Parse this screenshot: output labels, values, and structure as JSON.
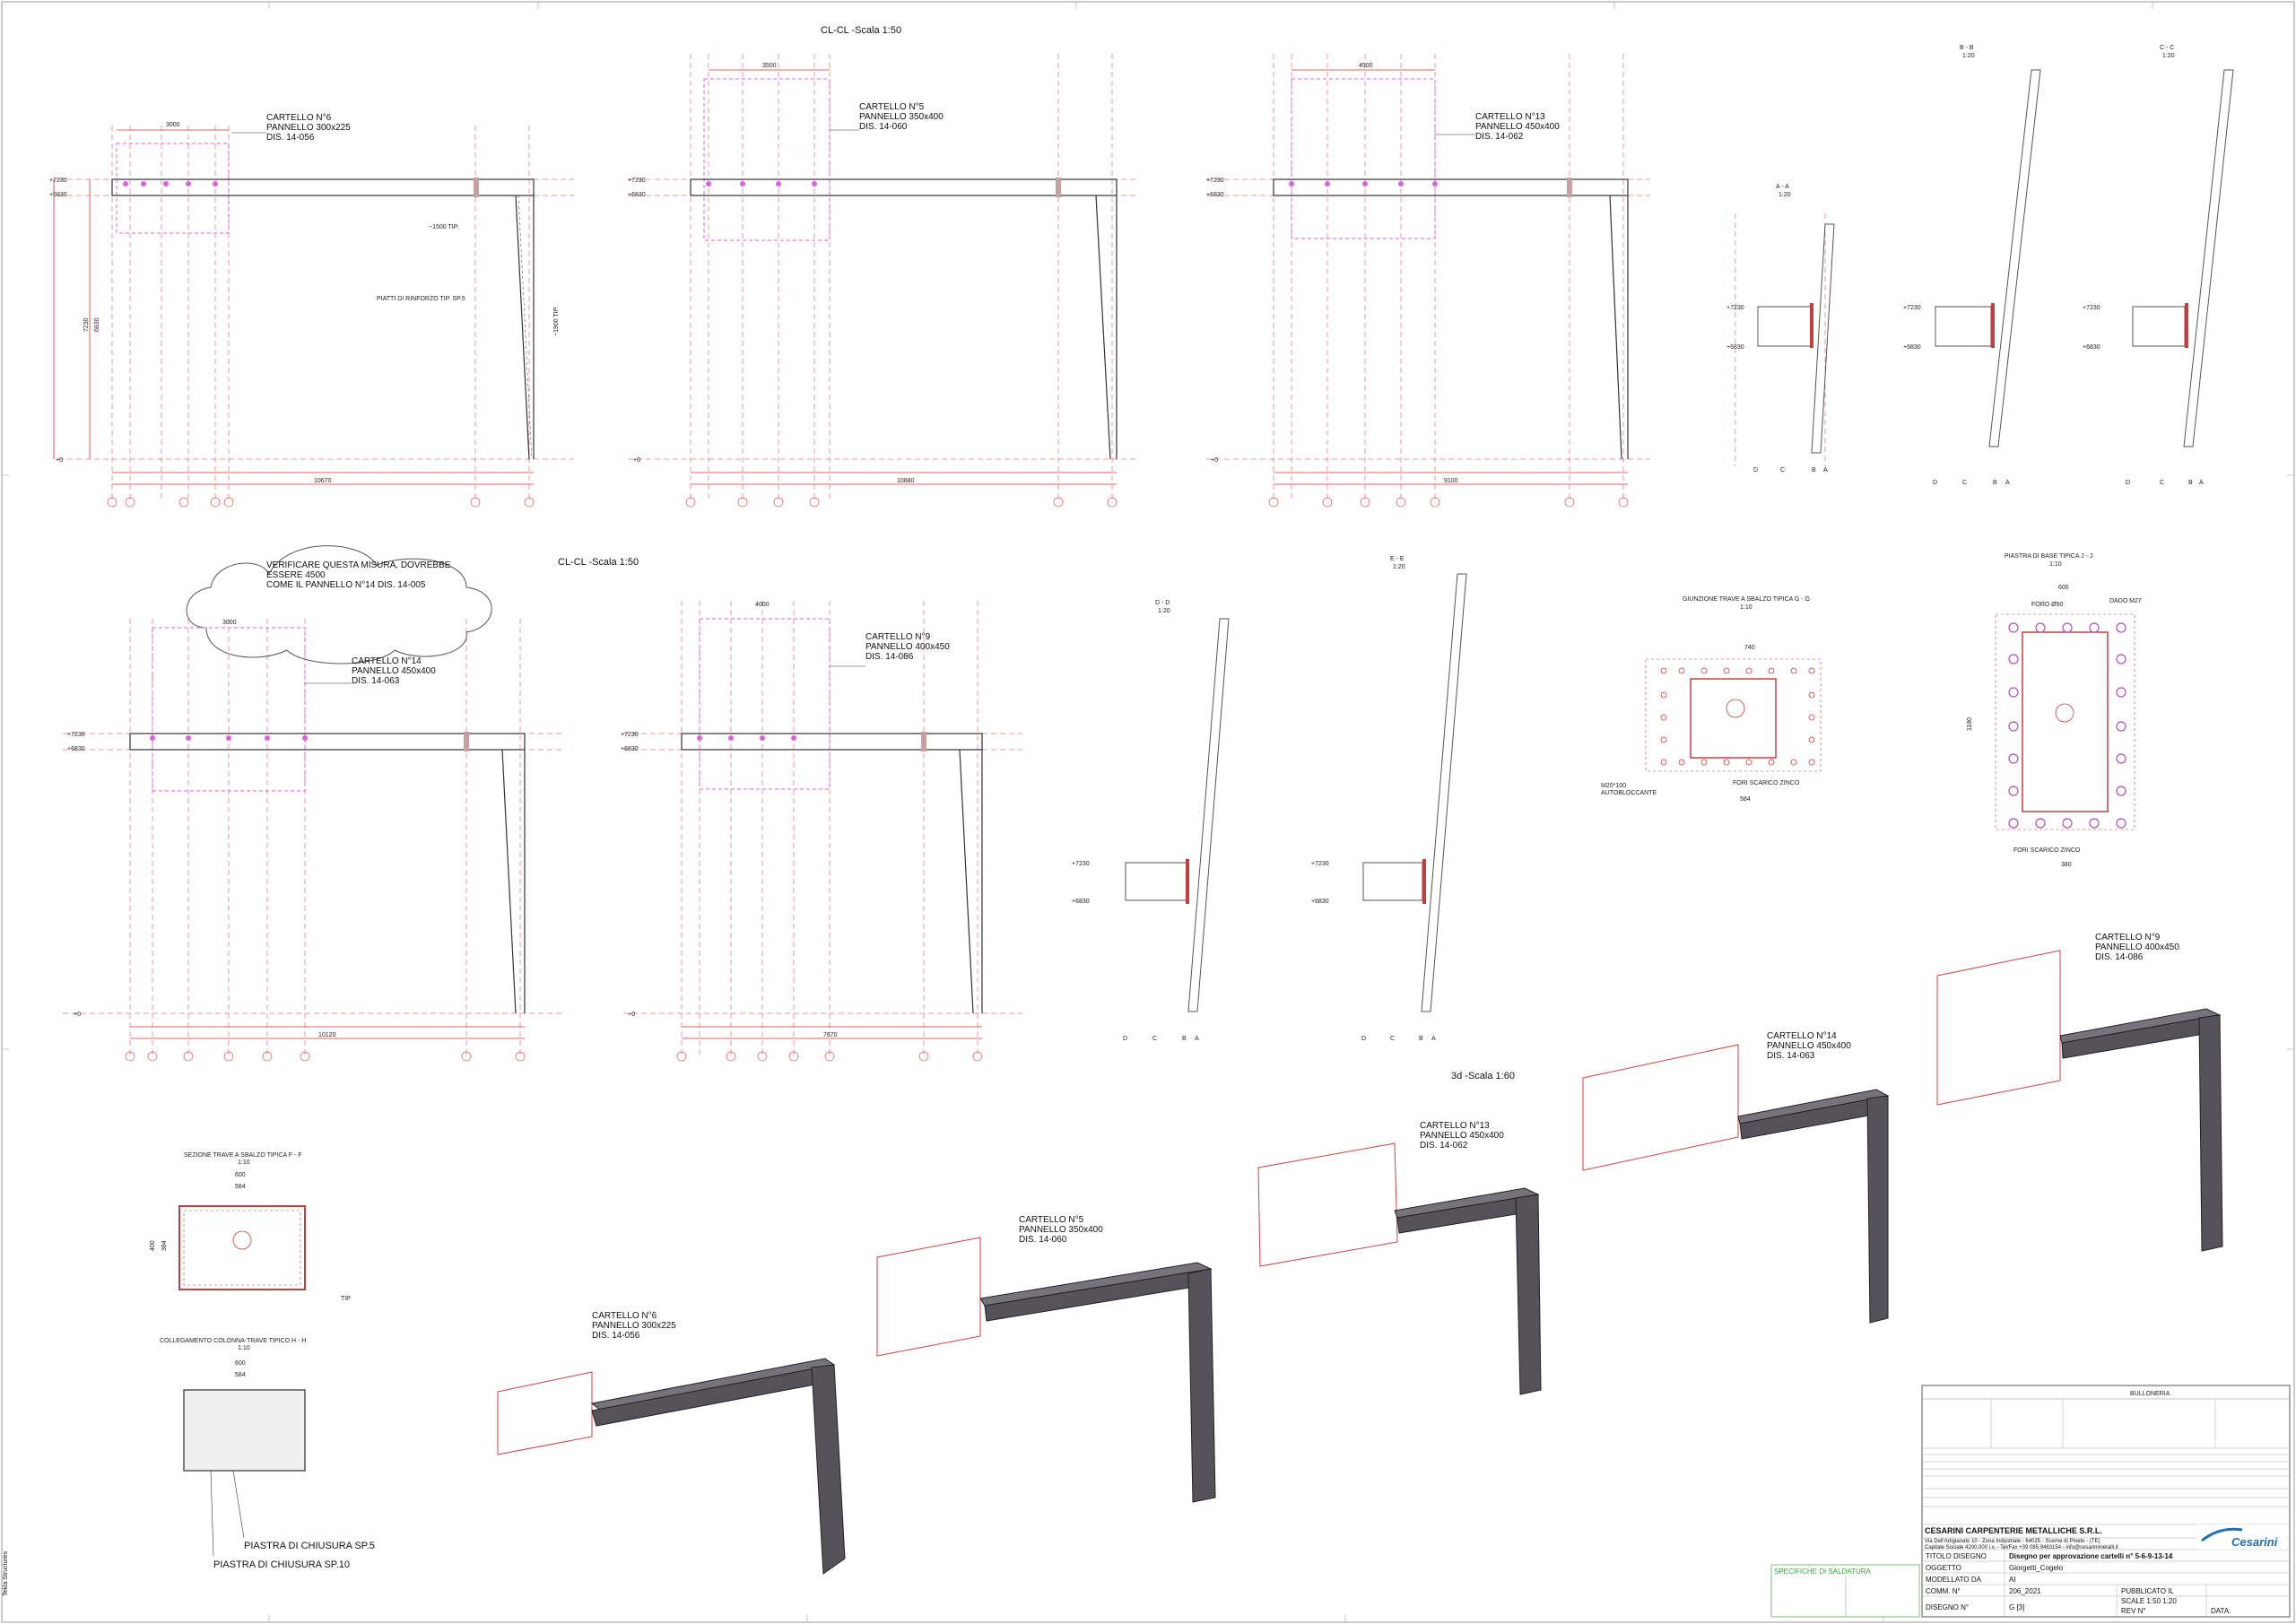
{
  "sheet": {
    "section_title_1": "CL-CL -Scala 1:50",
    "section_title_2": "CL-CL -Scala 1:50",
    "view_3d_title": "3d -Scala 1:60",
    "side_note": "Tekla Structures"
  },
  "elevations": [
    {
      "id": "cartello6",
      "label": "CARTELLO N°6",
      "panel": "PANNELLO 300x225",
      "dis": "DIS. 14-056",
      "width_dim": "3000",
      "total": "10670",
      "ann1": "PIATTI DI RINFORZO TIP. SP.5",
      "ann2": "~1500 TIP.",
      "ann3": "~1900 TIP."
    },
    {
      "id": "cartello5",
      "label": "CARTELLO N°5",
      "panel": "PANNELLO 350x400",
      "dis": "DIS. 14-060",
      "width_dim": "3500",
      "total": "10880"
    },
    {
      "id": "cartello13",
      "label": "CARTELLO N°13",
      "panel": "PANNELLO 450x400",
      "dis": "DIS. 14-062",
      "width_dim": "4500",
      "total": "9100"
    },
    {
      "id": "cartello14",
      "label": "CARTELLO N°14",
      "panel": "PANNELLO 450x400",
      "dis": "DIS. 14-063",
      "width_dim": "3000",
      "total": "10120"
    },
    {
      "id": "cartello9",
      "label": "CARTELLO N°9",
      "panel": "PANNELLO 400x450",
      "dis": "DIS. 14-086",
      "width_dim": "4000",
      "total": "7670"
    }
  ],
  "levels": {
    "top": "+7230",
    "mid": "+6830",
    "base": "+0",
    "h1": "7230",
    "h2": "6830",
    "d400": "400"
  },
  "cloud_note": {
    "line1": "VERIFICARE QUESTA MISURA, DOVREBBE",
    "line2": "ESSERE 4500",
    "line3": "COME IL PANNELLO N°14 DIS. 14-005"
  },
  "sections": {
    "aa": {
      "title": "A - A",
      "scale": "1:20"
    },
    "bb": {
      "title": "B - B",
      "scale": "1:20"
    },
    "cc": {
      "title": "C - C",
      "scale": "1:20"
    },
    "dd": {
      "title": "D - D",
      "scale": "1:20"
    },
    "ee": {
      "title": "E - E",
      "scale": "1:20"
    },
    "gg": {
      "title": "GIUNZIONE TRAVE A SBALZO TIPICA G - G",
      "scale": "1:10",
      "bolt": "M20*100",
      "bolt2": "AUTOBLOCCANTE",
      "holes": "FORI SCARICO ZINCO",
      "d1": "740",
      "d2": "584"
    },
    "jj": {
      "title": "PIASTRA DI BASE TIPICA J - J",
      "scale": "1:10",
      "hole": "FORO Ø50",
      "anchor": "DADO M27",
      "holes": "FORI SCARICO ZINCO",
      "d1": "600",
      "d2": "1180",
      "d3": "380"
    },
    "ff": {
      "title": "SEZIONE TRAVE A SBALZO TIPICA F - F",
      "scale": "1:10",
      "d1": "600",
      "d2": "584",
      "d3": "400",
      "d4": "384",
      "tip": "TIP."
    },
    "hh": {
      "title": "COLLEGAMENTO COLONNA-TRAVE TIPICO H - H",
      "scale": "1:10",
      "d1": "600",
      "d2": "584",
      "note1": "PIASTRA DI CHIUSURA SP.5",
      "note2": "PIASTRA DI CHIUSURA SP.10"
    }
  },
  "axis_labels": [
    "D",
    "C",
    "B",
    "A"
  ],
  "views3d": [
    {
      "label": "CARTELLO N°6",
      "panel": "PANNELLO 300x225",
      "dis": "DIS. 14-056"
    },
    {
      "label": "CARTELLO N°5",
      "panel": "PANNELLO 350x400",
      "dis": "DIS. 14-060"
    },
    {
      "label": "CARTELLO N°13",
      "panel": "PANNELLO 450x400",
      "dis": "DIS. 14-062"
    },
    {
      "label": "CARTELLO N°14",
      "panel": "PANNELLO 450x400",
      "dis": "DIS. 14-063"
    },
    {
      "label": "CARTELLO N°9",
      "panel": "PANNELLO 400x450",
      "dis": "DIS. 14-086"
    }
  ],
  "title_block": {
    "bulloneria": "BULLONERIA",
    "company": "CESARINI CARPENTERIE METALLICHE S.R.L.",
    "address": "Via Dell'Artigianato 10 - Zona Industriale - 64025 - Scerne di Pineto - (TE)",
    "contacts": "Capitale Sociale 4200.000 i.v. - Tel/Fax +39 085.9463154 - info@cesarinimetalli.it",
    "logo": "Cesarini",
    "rows": [
      {
        "k": "TITOLO DISEGNO",
        "v": "Disegno per approvazione cartelli n° 5-6-9-13-14"
      },
      {
        "k": "OGGETTO",
        "v": "Giorgetti_Cogelo"
      },
      {
        "k": "MODELLATO DA",
        "v": "AI"
      },
      {
        "k": "COMM. N°",
        "v": "206_2021"
      },
      {
        "k": "DISEGNO N°",
        "v": "G [3]"
      }
    ],
    "pubblicato": "PUBBLICATO IL",
    "scala": "SCALE 1:50 1:20",
    "rev": "REV N°",
    "data": "DATA:",
    "weld_title": "SPECIFICHE DI SALDATURA"
  }
}
